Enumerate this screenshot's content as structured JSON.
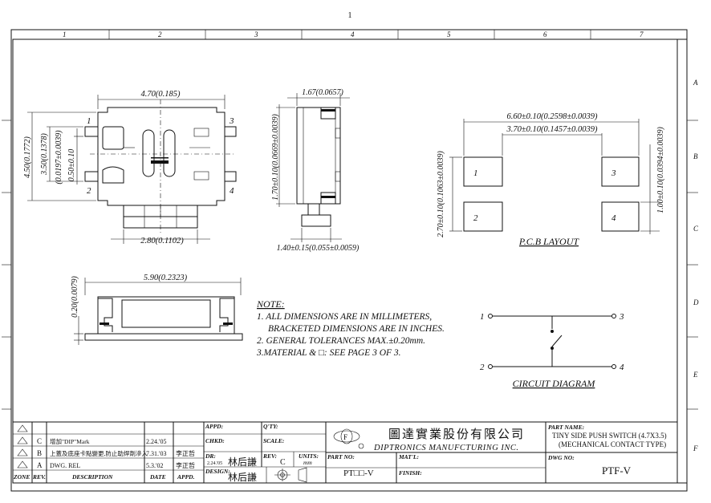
{
  "sheet": {
    "page_mark": "1",
    "col_labels": [
      "1",
      "2",
      "3",
      "4",
      "5",
      "6",
      "7"
    ],
    "row_labels": [
      "A",
      "B",
      "C",
      "D",
      "E",
      "F"
    ]
  },
  "dims": {
    "width_top": "4.70(0.185)",
    "height_a": "4.50(0.1772)",
    "height_b": "3.50(0.1378)",
    "pin_pitch": "0.50±0.10",
    "pin_pitch_in": "(0.0197±0.0039)",
    "bottom_width": "2.80(0.1102)",
    "side_depth": "1.67(0.0657)",
    "side_height": "1.70±0.10(0.0669±0.0039)",
    "side_base": "1.40±0.15(0.055±0.0059)",
    "bottom_len": "5.90(0.2323)",
    "bottom_h": "0.20(0.0079)",
    "pcb_outer": "6.60±0.10(0.2598±0.0039)",
    "pcb_inner": "3.70±0.10(0.1457±0.0039)",
    "pcb_height": "2.70±0.10(0.1063±0.0039)",
    "pcb_pad": "1.00±0.10(0.0394±0.0039)"
  },
  "pins": {
    "p1": "1",
    "p2": "2",
    "p3": "3",
    "p4": "4"
  },
  "pcb": {
    "title": "P.C.B LAYOUT"
  },
  "notes": {
    "title": "NOTE:",
    "l1": "1. ALL DIMENSIONS ARE IN MILLIMETERS,",
    "l2": "BRACKETED DIMENSIONS ARE IN INCHES.",
    "l3": "2. GENERAL TOLERANCES MAX.±0.20mm.",
    "l4": "3.MATERIAL & □: SEE PAGE 3 OF 3."
  },
  "circuit": {
    "title": "CIRCUIT DIAGRAM"
  },
  "title_block": {
    "revisions": [
      {
        "rev": "C",
        "desc": "增加\"DIP\"Mark",
        "date": "2.24.'05",
        "appd": ""
      },
      {
        "rev": "B",
        "desc": "上蓋及底座卡點變更,防止助焊劑滲入",
        "date": "7.31.'03",
        "appd": "李正哲"
      },
      {
        "rev": "A",
        "desc": "DWG. REL",
        "date": "5.3.'02",
        "appd": "李正哲"
      }
    ],
    "h_zone": "ZONE",
    "h_rev": "REV.",
    "h_desc": "DESCRIPTION",
    "h_date": "DATE",
    "h_appd": "APPD.",
    "appd": "APPD:",
    "qty": "Q'TY:",
    "chkd": "CHKD:",
    "scale": "SCALE:",
    "dr": "DR:",
    "dr_date": "2.24.'05",
    "dr_name": "林后謙",
    "rev_lbl": "REV:",
    "rev_val": "C",
    "units": "UNITS:",
    "units_val": "mm",
    "design": "DESIGN:",
    "design_name": "林后謙",
    "company_cn": "圖達實業股份有限公司",
    "company_en": "DIPTRONICS  MANUFCTURING  INC.",
    "part_no": "PART NO:",
    "part_no_val": "PT□□-V",
    "matl": "MAT'L:",
    "finish": "FINISH:",
    "part_name": "PART NAME:",
    "part_name_l1": "TINY SIDE PUSH SWITCH (4.7X3.5)",
    "part_name_l2": "(MECHANICAL CONTACT TYPE)",
    "dwg_no": "DWG NO:",
    "dwg_no_val": "PTF-V"
  },
  "icons": {
    "projection": "third-angle-projection-icon",
    "logo": "diptronics-logo-icon"
  }
}
